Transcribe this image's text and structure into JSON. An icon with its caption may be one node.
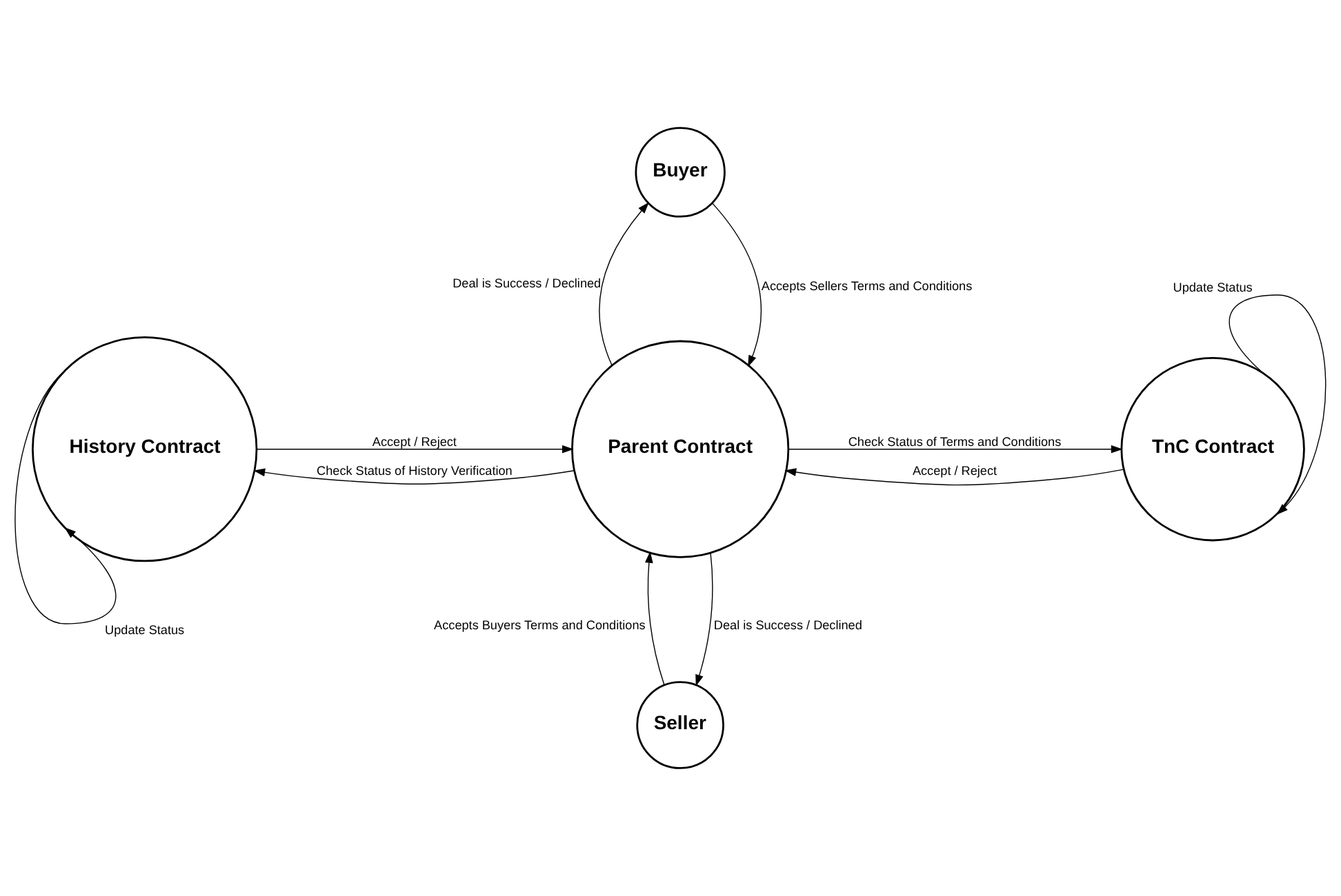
{
  "diagram": {
    "nodes": [
      {
        "text": [
          "Buyer"
        ]
      },
      {
        "text": [
          "History Contract"
        ]
      },
      {
        "text": [
          "Parent Contract"
        ]
      },
      {
        "text": [
          "TnC Contract"
        ]
      },
      {
        "text": [
          "Seller"
        ]
      }
    ],
    "edges": [
      {
        "from": 0,
        "to": 2,
        "arrow": "to",
        "label": "Accepts Sellers Terms and Conditions"
      },
      {
        "from": 2,
        "to": 0,
        "arrow": "to",
        "label": "Deal is Success / Declined"
      },
      {
        "from": 1,
        "to": 2,
        "arrow": "to",
        "label": "Accept / Reject"
      },
      {
        "from": 2,
        "to": 1,
        "arrow": "to",
        "label": "Check Status of History Verification"
      },
      {
        "from": 1,
        "to": 1,
        "arrow": "to",
        "label": "Update Status"
      },
      {
        "from": 2,
        "to": 3,
        "arrow": "to",
        "label": "Check Status of Terms and Conditions"
      },
      {
        "from": 3,
        "to": 2,
        "arrow": "to",
        "label": "Accept / Reject"
      },
      {
        "from": 3,
        "to": 3,
        "arrow": "to",
        "label": "Update Status"
      },
      {
        "from": 2,
        "to": 4,
        "arrow": "to",
        "label": "Deal is Success / Declined"
      },
      {
        "from": 4,
        "to": 2,
        "arrow": "to",
        "label": "Accepts Buyers Terms and Conditions"
      }
    ]
  }
}
